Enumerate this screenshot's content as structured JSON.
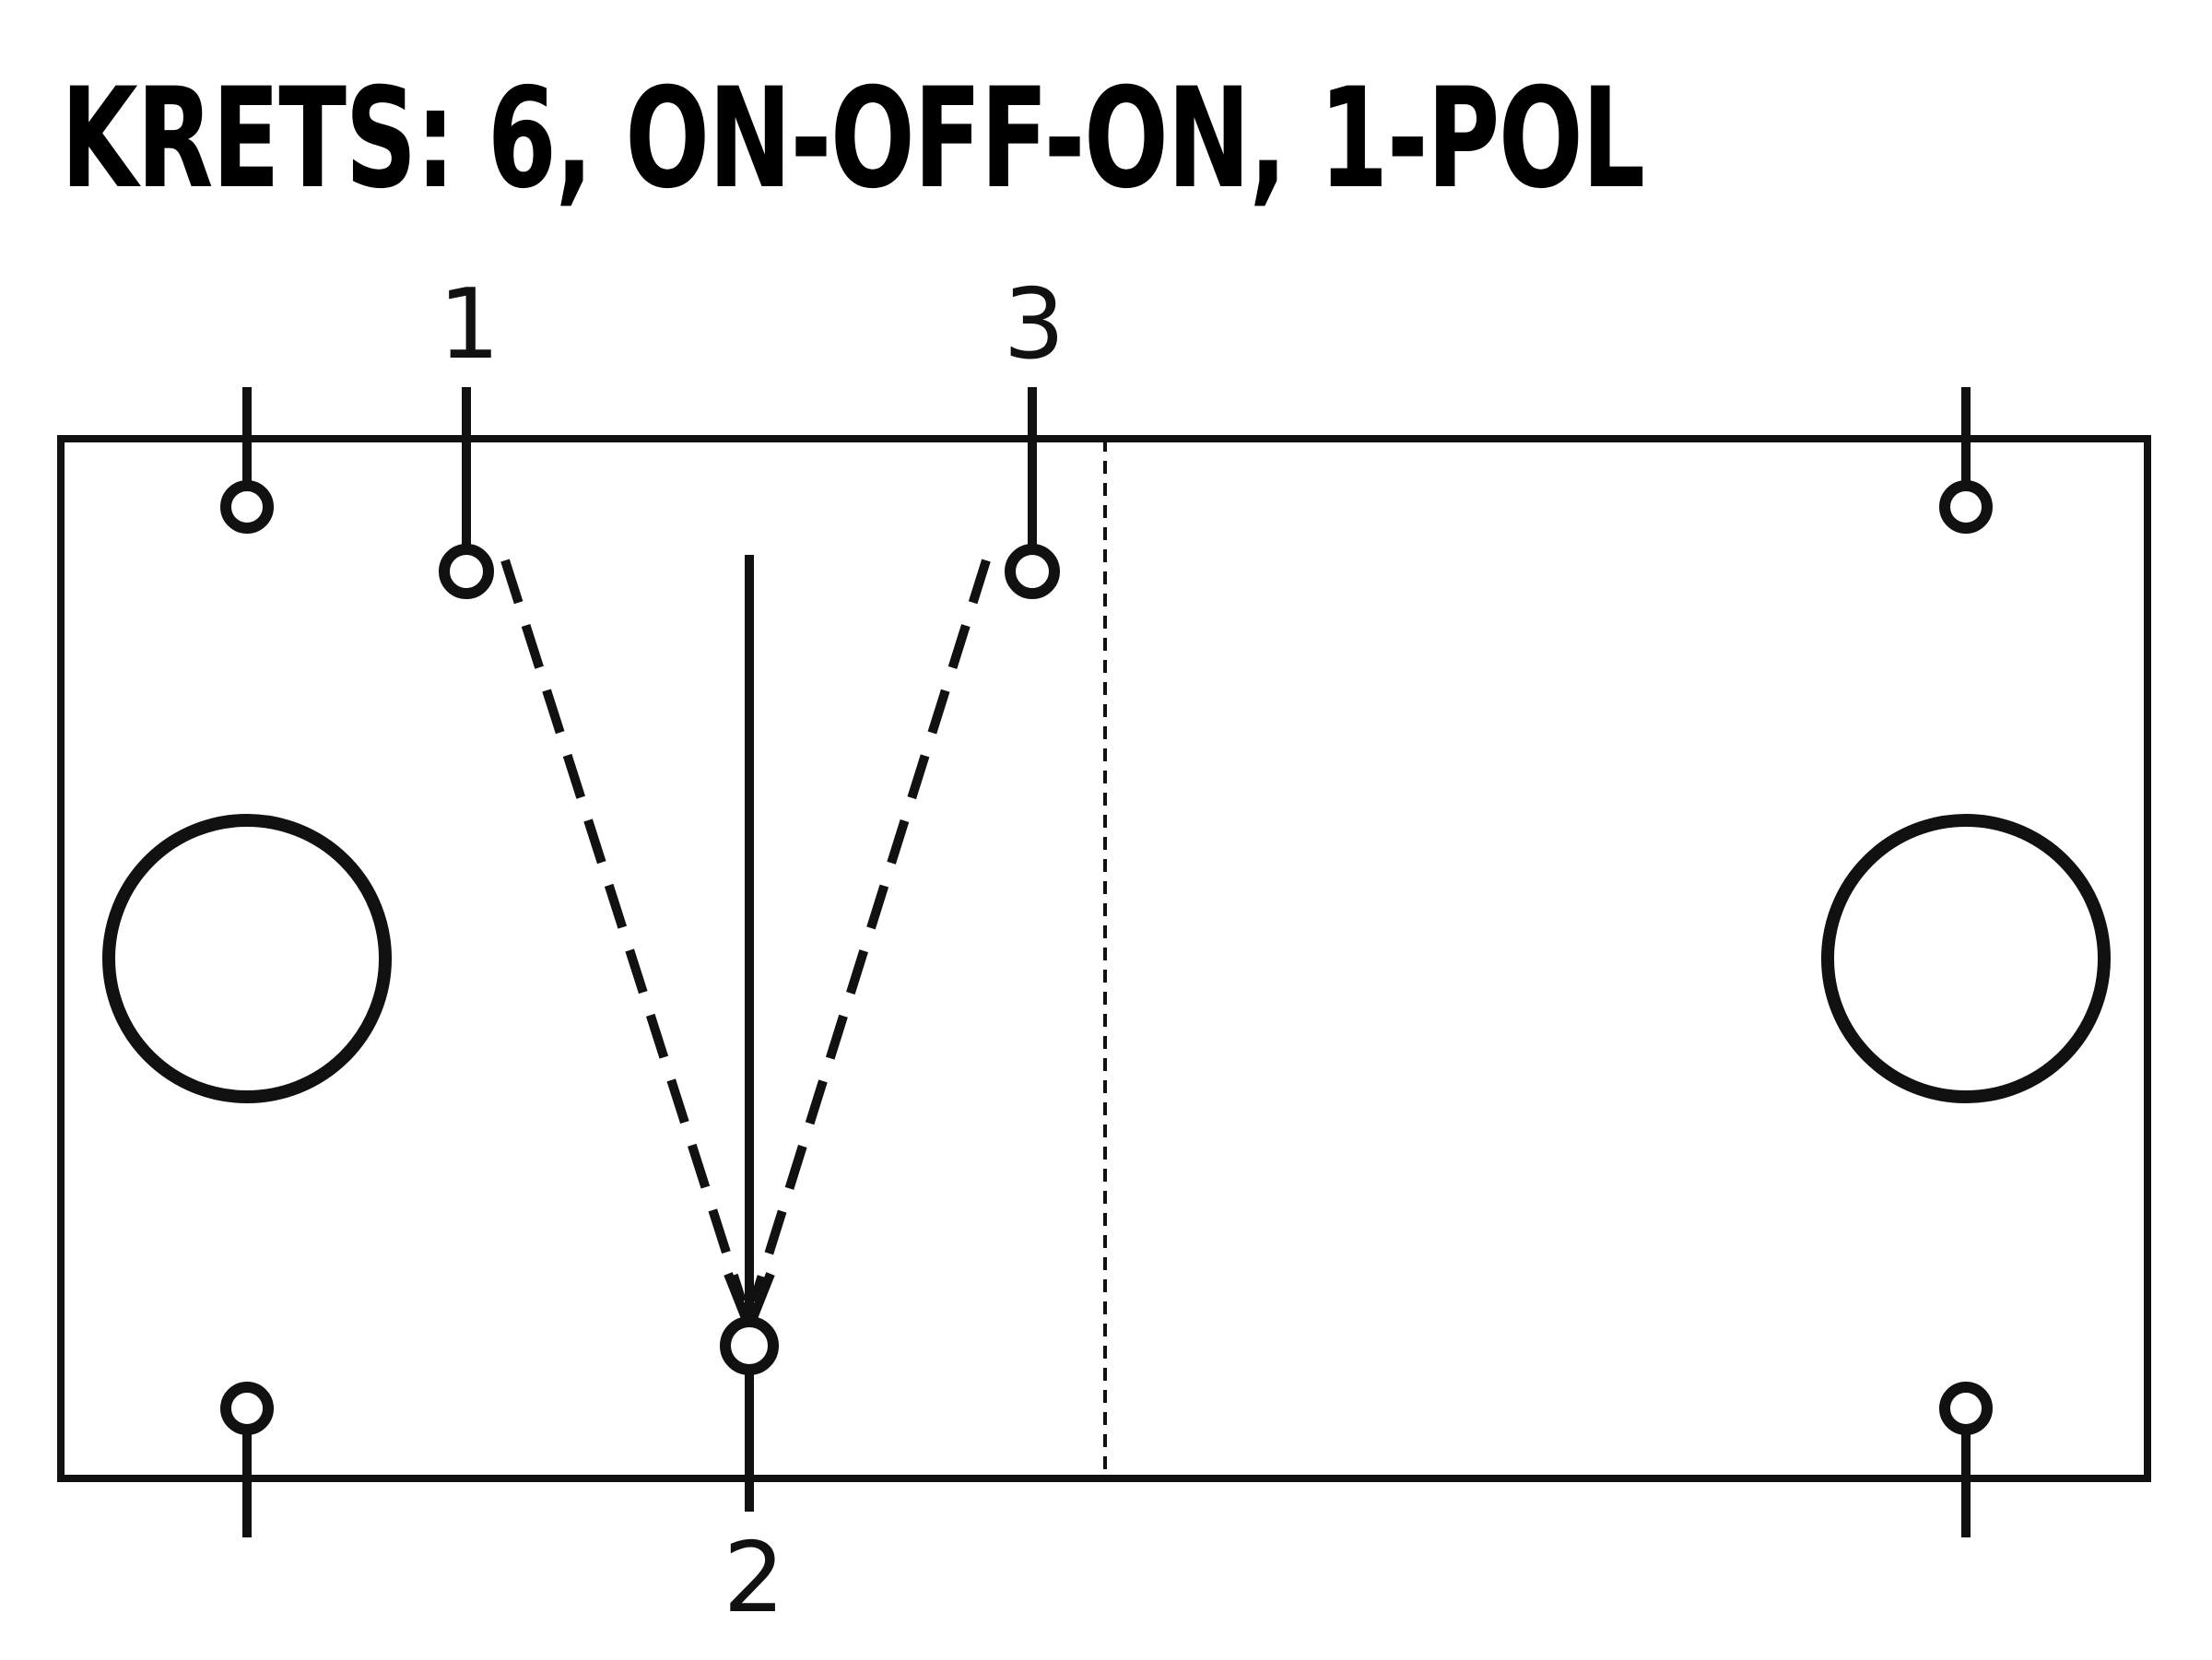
{
  "title": "KRETS: 6, ON-OFF-ON, 1-POL",
  "terminals": {
    "t1": {
      "label": "1"
    },
    "t2": {
      "label": "2"
    },
    "t3": {
      "label": "3"
    }
  },
  "colors": {
    "line": "#111111",
    "text": "#111111",
    "background": "#ffffff"
  }
}
